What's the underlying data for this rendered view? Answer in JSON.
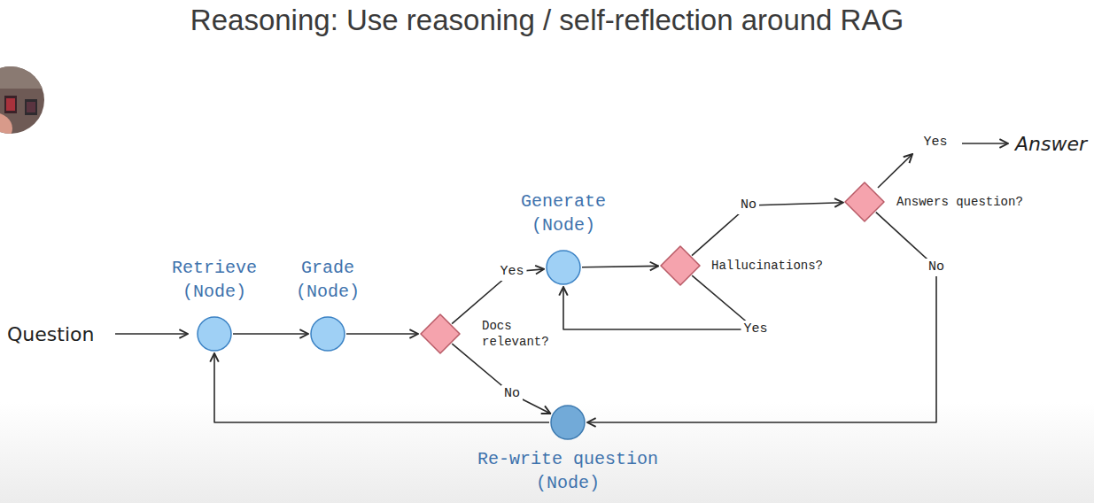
{
  "diagram": {
    "title": "Reasoning: Use reasoning / self-reflection around RAG",
    "nodes": [
      {
        "text": [
          "Retrieve (Node)"
        ]
      },
      {
        "text": [
          "Grade (Node)"
        ]
      },
      {
        "text": [
          "Docs relevant?"
        ]
      },
      {
        "text": [
          "Generate (Node)"
        ]
      },
      {
        "text": [
          "Hallucinations?"
        ]
      },
      {
        "text": [
          "Answers question?"
        ]
      },
      {
        "text": [
          "Re-write question (Node)"
        ]
      }
    ],
    "edges": [
      {
        "from": 0,
        "to": 1,
        "arrow": "to"
      },
      {
        "from": 1,
        "to": 2,
        "arrow": "to"
      },
      {
        "from": 2,
        "to": 3,
        "label": "Yes",
        "arrow": "to"
      },
      {
        "from": 2,
        "to": 6,
        "label": "No",
        "arrow": "to"
      },
      {
        "from": 3,
        "to": 4,
        "arrow": "to"
      },
      {
        "from": 4,
        "to": 5,
        "label": "No",
        "arrow": "to"
      },
      {
        "from": 4,
        "to": 3,
        "label": "Yes",
        "arrow": "to"
      },
      {
        "from": 5,
        "to": 6,
        "label": "No",
        "arrow": "to"
      },
      {
        "from": 6,
        "to": 0,
        "arrow": "to"
      }
    ],
    "labels": [
      "Question",
      "Yes",
      "Answer"
    ]
  }
}
